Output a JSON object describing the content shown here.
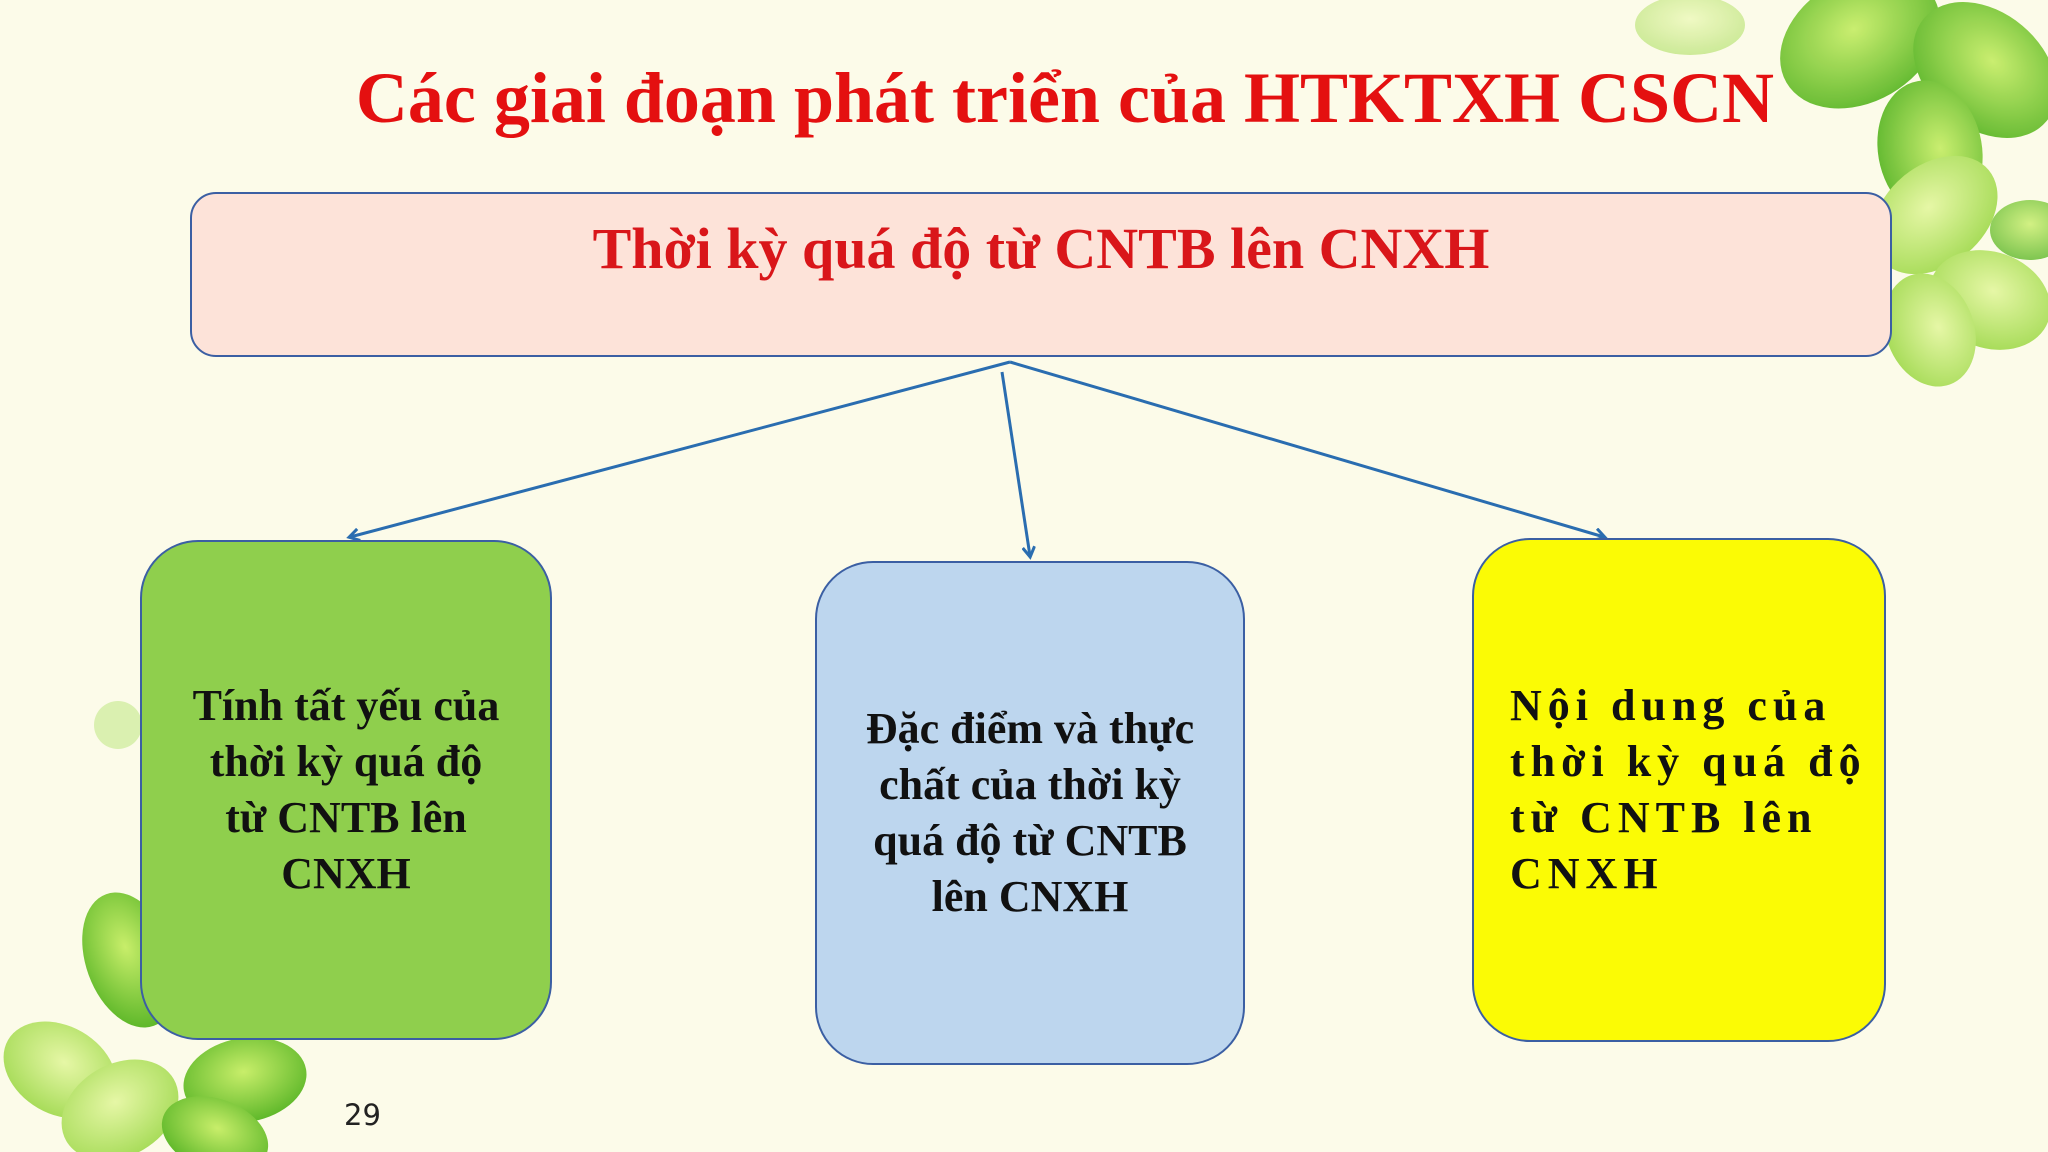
{
  "title": "Các giai đoạn phát triển của HTKTXH CSCN",
  "top_box": {
    "label": "Thời kỳ quá độ từ CNTB lên CNXH"
  },
  "cards": [
    {
      "label": "Tính tất yếu của\nthời kỳ quá độ\ntừ CNTB lên\nCNXH",
      "color": "#8fcf4d"
    },
    {
      "label": "Đặc điểm và thực\nchất của thời kỳ\nquá độ từ CNTB\nlên CNXH",
      "color": "#bdd6ee"
    },
    {
      "label": "Nội dung của\nthời kỳ quá độ\ntừ CNTB lên\nCNXH",
      "color": "#fbfb05"
    }
  ],
  "page_number": "29",
  "colors": {
    "title": "#e41010",
    "arrow": "#2a6db0",
    "background": "#fcfbe9",
    "clover": "#7cc63a"
  },
  "decoration_icons": [
    "clover-icon"
  ]
}
